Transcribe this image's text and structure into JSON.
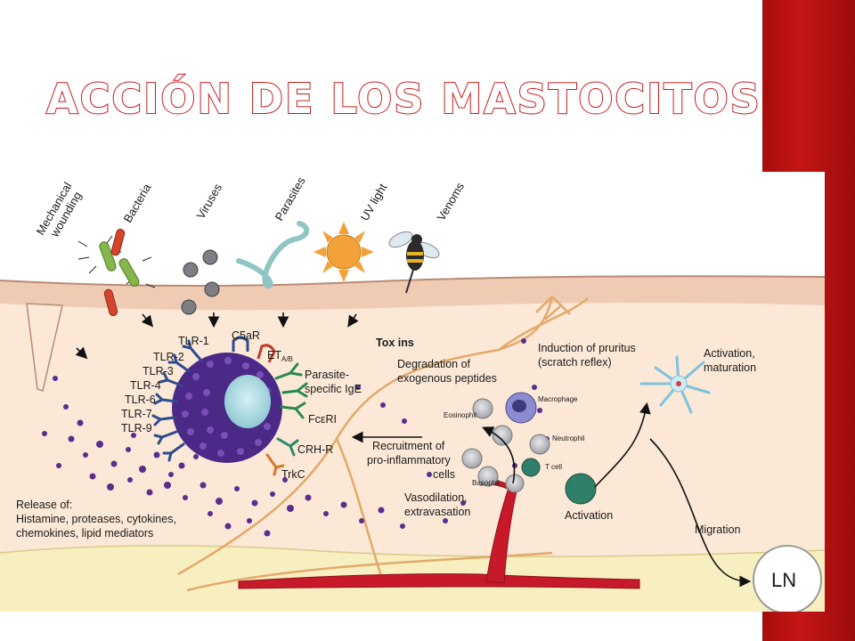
{
  "slide": {
    "title": "ACCIÓN DE LOS MASTOCITOS",
    "accent_color": "#c41616"
  },
  "diagram": {
    "stimuli": {
      "mechanical_line1": "Mechanical",
      "mechanical_line2": "wounding",
      "bacteria": "Bacteria",
      "viruses": "Viruses",
      "parasites": "Parasites",
      "uv": "UV light",
      "venoms": "Venoms"
    },
    "receptors": {
      "tlr1": "TLR-1",
      "tlr2": "TLR-2",
      "tlr3": "TLR-3",
      "tlr4": "TLR-4",
      "tlr6": "TLR-6",
      "tlr7": "TLR-7",
      "tlr9": "TLR-9",
      "c5ar": "C5aR",
      "eta": "ET",
      "eta_sub": "A/B",
      "ige_line1": "Parasite-",
      "ige_line2": "specific IgE",
      "fceri": "FcεRI",
      "crhr": "CRH-R",
      "trkc": "TrkC"
    },
    "processes": {
      "toxins": "Tox ins",
      "degradation_line1": "Degradation of",
      "degradation_line2": "exogenous peptides",
      "pruritus_line1": "Induction of pruritus",
      "pruritus_line2": "(scratch reflex)",
      "recruit_line1": "Recruitment of",
      "recruit_line2": "pro-inflammatory",
      "recruit_line3": "cells",
      "vaso_line1": "Vasodilation,",
      "vaso_line2": "extravasation",
      "release_line1": "Release of:",
      "release_line2": "Histamine, proteases, cytokines,",
      "release_line3": "chemokines, lipid mediators",
      "activation_mat_line1": "Activation,",
      "activation_mat_line2": "maturation",
      "activation": "Activation",
      "migration": "Migration"
    },
    "cells": {
      "macrophage": "Macrophage",
      "eosinophil": "Eosinophil",
      "neutrophil": "Neutrophil",
      "tcell": "T cell",
      "basophil": "Basophil",
      "ln": "LN"
    },
    "colors": {
      "tissue": "#fbe8d6",
      "skin": "#f0cbb4",
      "deep_layer": "#f7efc0",
      "mast_cell": "#4a2a86",
      "granules": "#5b2d8e",
      "nucleus": "#a9d8df",
      "nerve": "#e3a96a",
      "vessel": "#c8192b",
      "receptor_blue": "#2f4b8c",
      "receptor_green": "#2a8a4a",
      "receptor_orange": "#d9772b"
    }
  }
}
